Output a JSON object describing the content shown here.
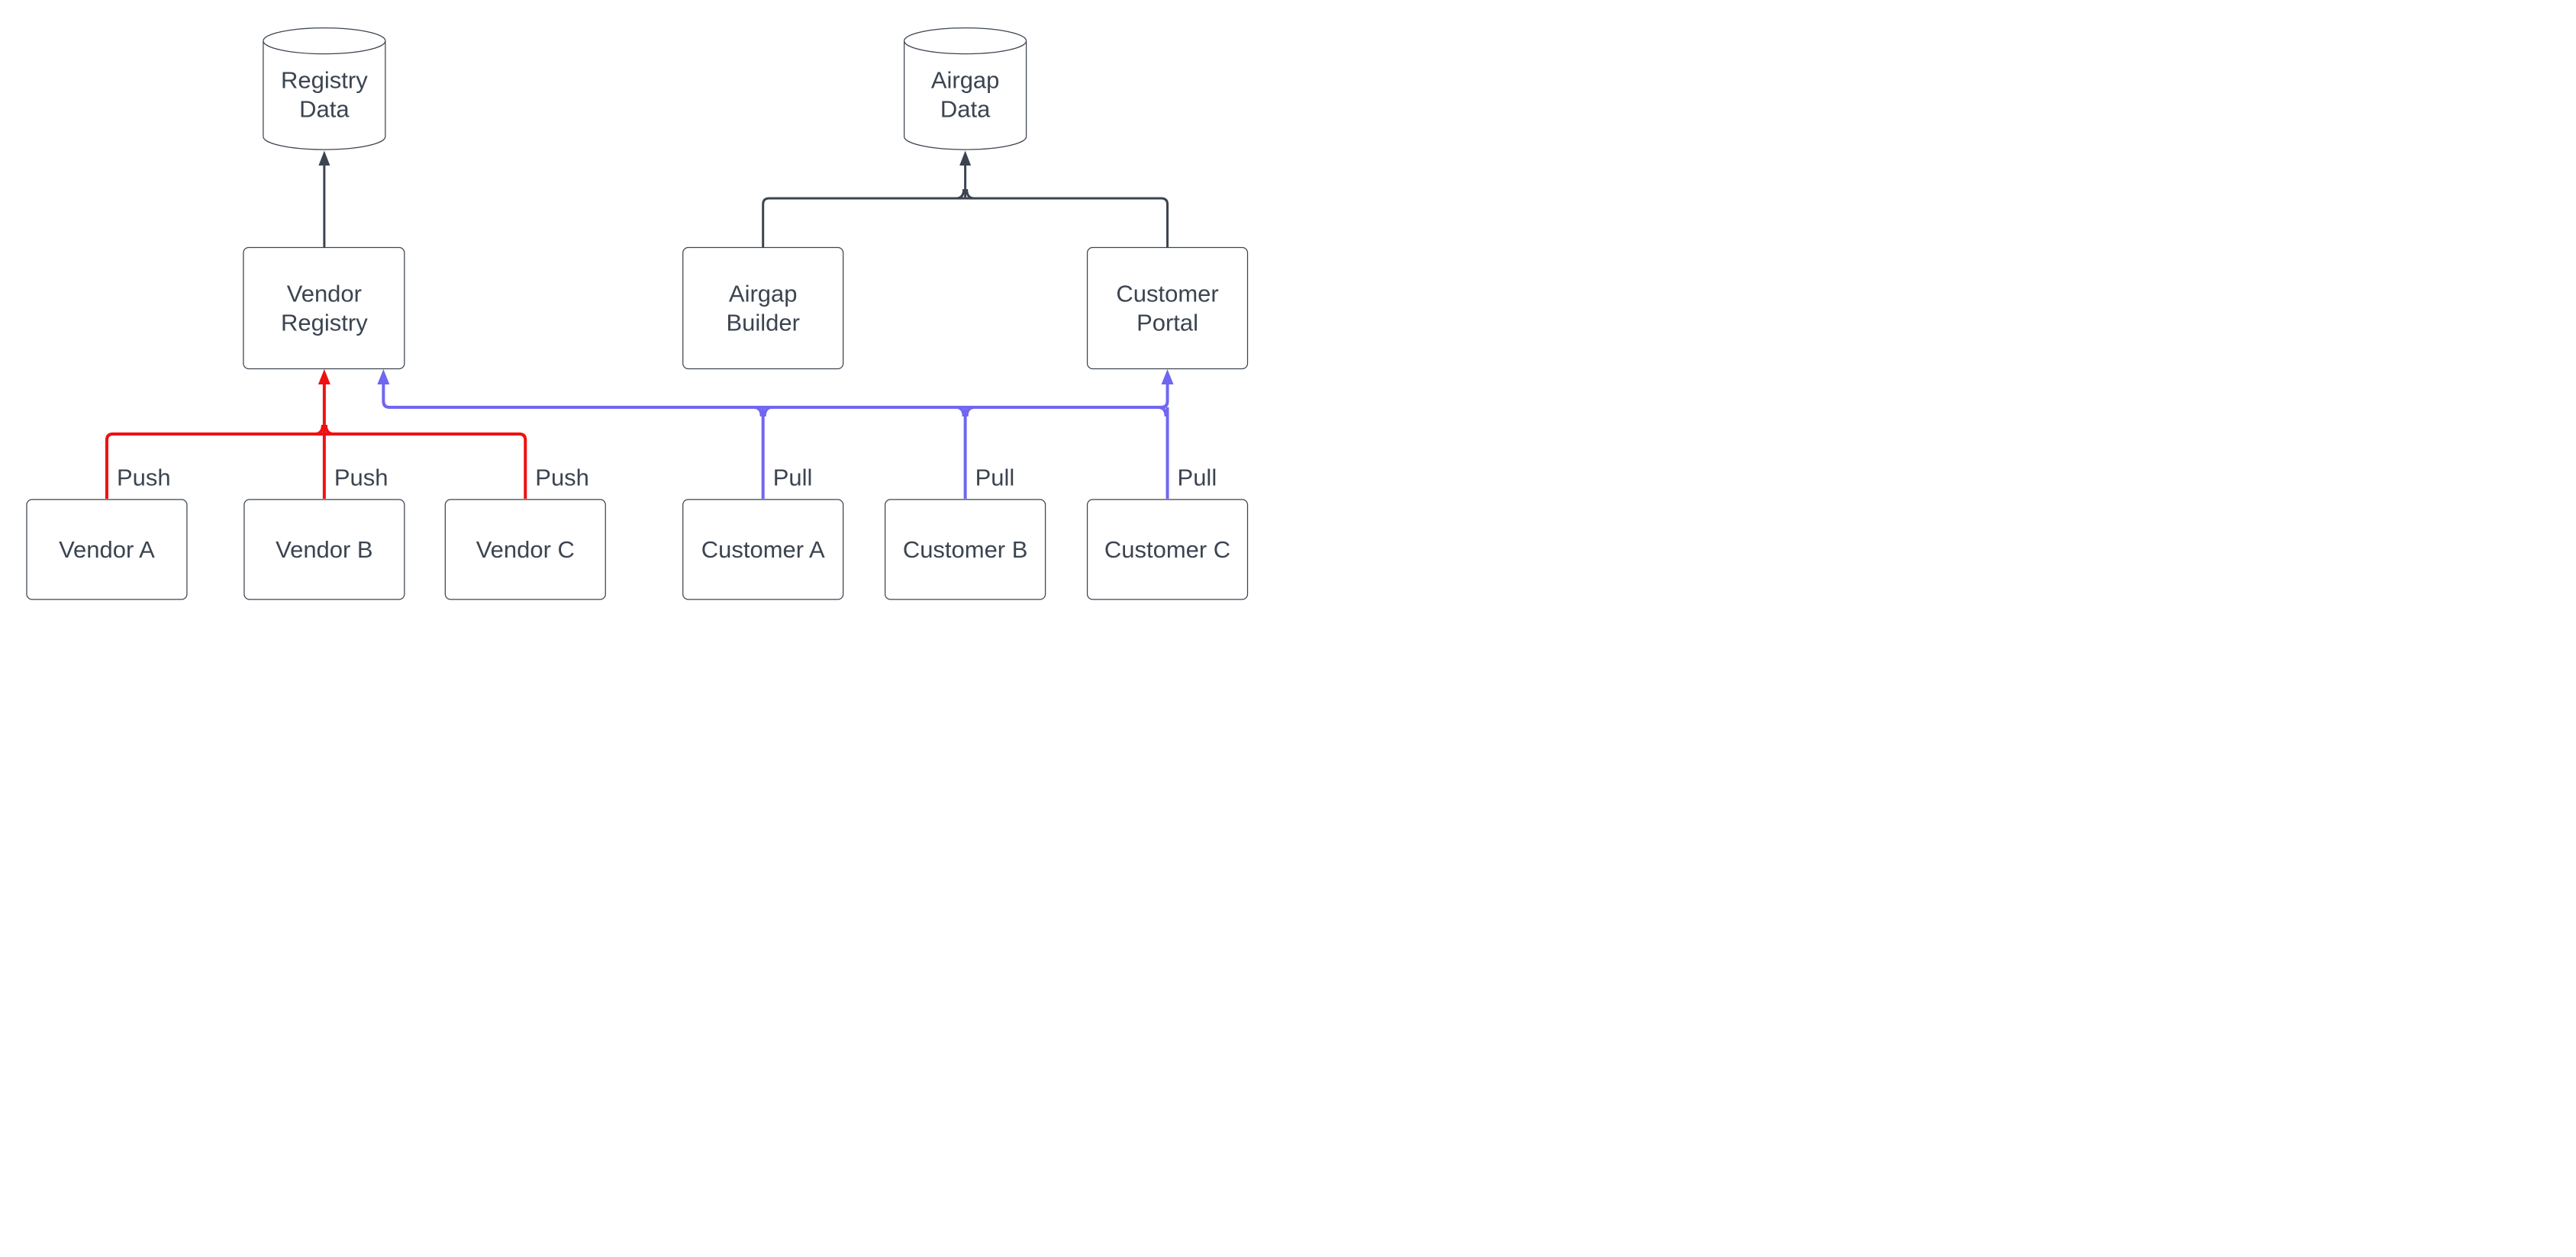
{
  "diagram": {
    "colors": {
      "outline": "#3B4450",
      "text": "#3B4450",
      "node_fill": "#FFFFFF",
      "push_red": "#EE1111",
      "pull_blue": "#7166F0"
    },
    "datastores": {
      "registry_data": {
        "line1": "Registry",
        "line2": "Data"
      },
      "airgap_data": {
        "line1": "Airgap",
        "line2": "Data"
      }
    },
    "services": {
      "vendor_registry": {
        "line1": "Vendor",
        "line2": "Registry"
      },
      "airgap_builder": {
        "line1": "Airgap",
        "line2": "Builder"
      },
      "customer_portal": {
        "line1": "Customer",
        "line2": "Portal"
      }
    },
    "vendors": {
      "a": "Vendor A",
      "b": "Vendor B",
      "c": "Vendor C"
    },
    "customers": {
      "a": "Customer A",
      "b": "Customer B",
      "c": "Customer C"
    },
    "edge_labels": {
      "push": "Push",
      "pull": "Pull"
    }
  }
}
